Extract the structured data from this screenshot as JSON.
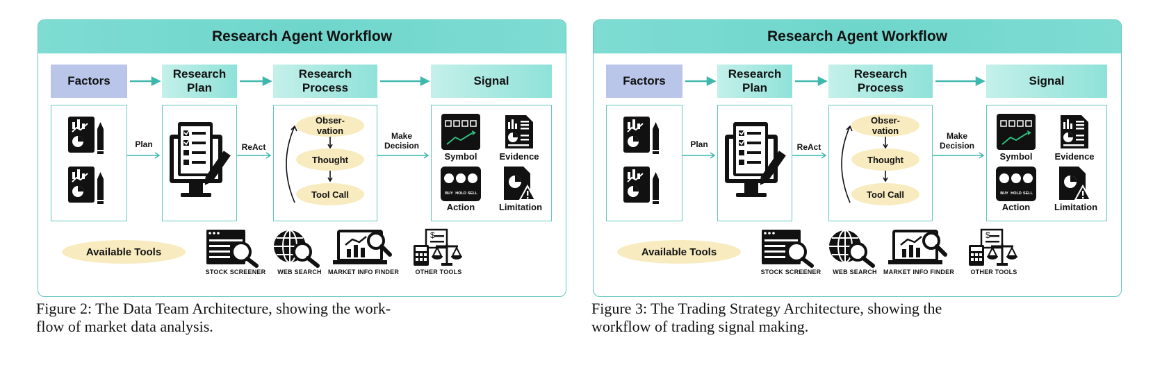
{
  "figures": [
    {
      "header": "Research Agent Workflow",
      "stages": {
        "factors": "Factors",
        "plan": "Research\nPlan",
        "process": "Research\nProcess",
        "signal": "Signal"
      },
      "edges": {
        "plan": "Plan",
        "react": "ReAct",
        "decision": "Make\nDecision"
      },
      "loop": {
        "observation": "Obser-\nvation",
        "thought": "Thought",
        "tool_call": "Tool Call"
      },
      "signal_items": {
        "symbol": "Symbol",
        "evidence": "Evidence",
        "action": "Action",
        "limitation": "Limitation"
      },
      "action_badges": [
        "BUY",
        "HOLD",
        "SELL"
      ],
      "tools_title": "Available Tools",
      "tools": [
        "STOCK SCREENER",
        "WEB SEARCH",
        "MARKET INFO FINDER",
        "OTHER TOOLS"
      ]
    },
    {
      "header": "Research Agent Workflow",
      "stages": {
        "factors": "Factors",
        "plan": "Research\nPlan",
        "process": "Research\nProcess",
        "signal": "Signal"
      },
      "edges": {
        "plan": "Plan",
        "react": "ReAct",
        "decision": "Make\nDecision"
      },
      "loop": {
        "observation": "Obser-\nvation",
        "thought": "Thought",
        "tool_call": "Tool Call"
      },
      "signal_items": {
        "symbol": "Symbol",
        "evidence": "Evidence",
        "action": "Action",
        "limitation": "Limitation"
      },
      "action_badges": [
        "BUY",
        "HOLD",
        "SELL"
      ],
      "tools_title": "Available Tools",
      "tools": [
        "STOCK SCREENER",
        "WEB SEARCH",
        "MARKET INFO FINDER",
        "OTHER TOOLS"
      ]
    }
  ],
  "captions": {
    "left": "Figure 2: The Data Team Architecture, showing the work-\nflow of market data analysis.",
    "right": "Figure 3: The Trading Strategy Architecture, showing the\nworkflow of trading signal making."
  },
  "colors": {
    "accent": "#6fd6cc",
    "factors": "#b9c6ea",
    "pill": "#f8ebbf",
    "arrow": "#3fb7ad"
  }
}
